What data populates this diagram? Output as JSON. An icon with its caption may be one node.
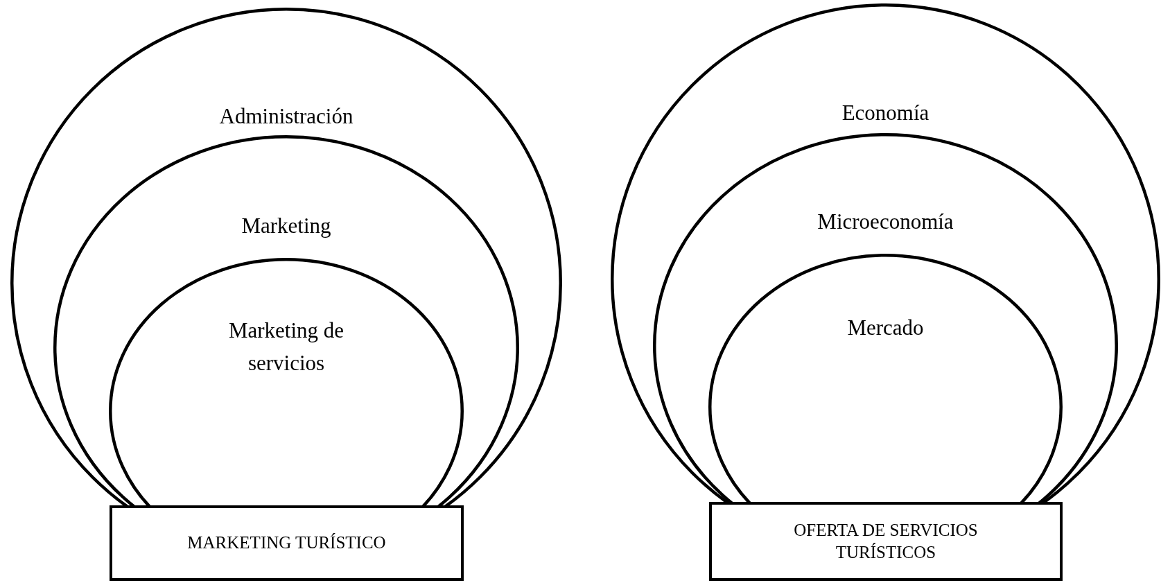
{
  "diagram": {
    "nodes": [
      {
        "text": [
          "Administración"
        ]
      },
      {
        "text": [
          "Marketing"
        ],
        "in": 0
      },
      {
        "text": [
          "Marketing de servicios"
        ],
        "in": 1
      },
      {
        "text": [
          "MARKETING TURÍSTICO"
        ]
      },
      {
        "text": [
          "Economía"
        ]
      },
      {
        "text": [
          "Microeconomía"
        ],
        "in": 4
      },
      {
        "text": [
          "Mercado"
        ],
        "in": 5
      },
      {
        "text": [
          "OFERTA DE SERVICIOS TURÍSTICOS"
        ]
      }
    ]
  }
}
